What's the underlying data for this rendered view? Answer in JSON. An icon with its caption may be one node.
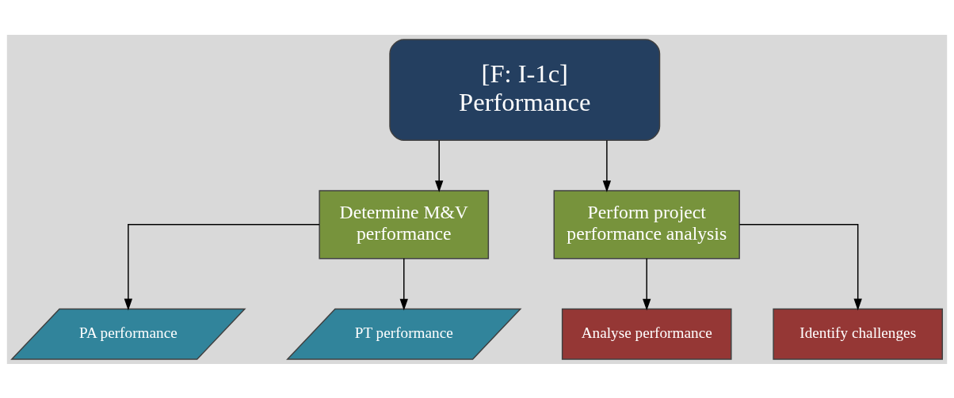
{
  "diagram": {
    "nodes": [
      {
        "text": [
          "[F: I-1c]",
          "Performance"
        ]
      },
      {
        "text": [
          "Determine M&V performance"
        ]
      },
      {
        "text": [
          "Perform project performance analysis"
        ]
      },
      {
        "text": [
          "PA performance"
        ]
      },
      {
        "text": [
          "PT performance"
        ]
      },
      {
        "text": [
          "Analyse performance"
        ]
      },
      {
        "text": [
          "Identify challenges"
        ]
      }
    ],
    "edges": [
      {
        "from": 0,
        "to": 1,
        "arrow": "to"
      },
      {
        "from": 0,
        "to": 2,
        "arrow": "to"
      },
      {
        "from": 1,
        "to": 3,
        "arrow": "to"
      },
      {
        "from": 1,
        "to": 4,
        "arrow": "to"
      },
      {
        "from": 2,
        "to": 5,
        "arrow": "to"
      },
      {
        "from": 2,
        "to": 6,
        "arrow": "to"
      }
    ]
  }
}
